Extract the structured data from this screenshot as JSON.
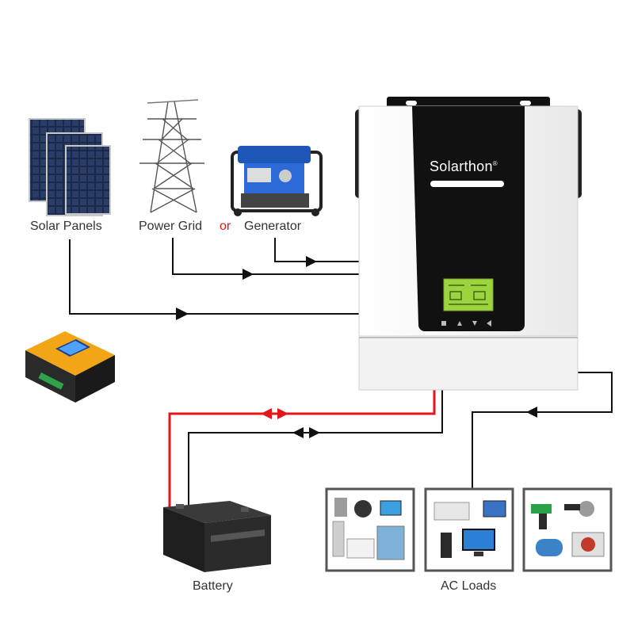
{
  "labels": {
    "solar_panels": "Solar Panels",
    "power_grid": "Power Grid",
    "or": "or",
    "generator": "Generator",
    "battery": "Battery",
    "ac_loads": "AC Loads"
  },
  "inverter": {
    "brand": "Solarthon",
    "registered": "®"
  },
  "colors": {
    "wire_dc_positive": "#e4161b",
    "wire": "#111111",
    "or_text": "#e4161b",
    "inverter_body": "#f4f4f4",
    "inverter_panel": "#111111",
    "lcd": "#9bd43c",
    "controller_accent": "#f2a516"
  },
  "icons": [
    "solar-panel-icon",
    "power-tower-icon",
    "generator-icon",
    "charge-controller-icon",
    "battery-icon",
    "household-appliances-icon",
    "office-equipment-icon",
    "power-tools-icon"
  ]
}
